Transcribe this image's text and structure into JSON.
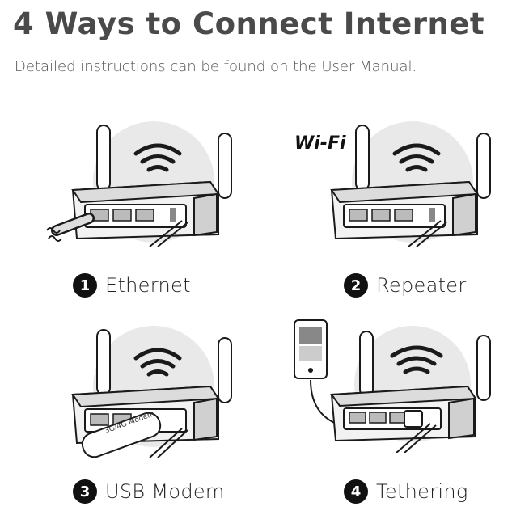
{
  "header": {
    "title": "4 Ways to Connect Internet",
    "subtitle": "Detailed instructions can be found on the User Manual."
  },
  "methods": [
    {
      "number": "1",
      "label": "Ethernet",
      "icon": "ethernet-cable-icon"
    },
    {
      "number": "2",
      "label": "Repeater",
      "icon": "wifi-signal-icon"
    },
    {
      "number": "3",
      "label": "USB Modem",
      "icon": "usb-modem-icon"
    },
    {
      "number": "4",
      "label": "Tethering",
      "icon": "smartphone-icon"
    }
  ],
  "wifi_logo": {
    "text": "Wi-Fi"
  },
  "modem_label": "3G/4G Modem",
  "colors": {
    "title": "#4a4a4a",
    "router_fill": "#e6e6e6",
    "stroke": "#1a1a1a"
  }
}
